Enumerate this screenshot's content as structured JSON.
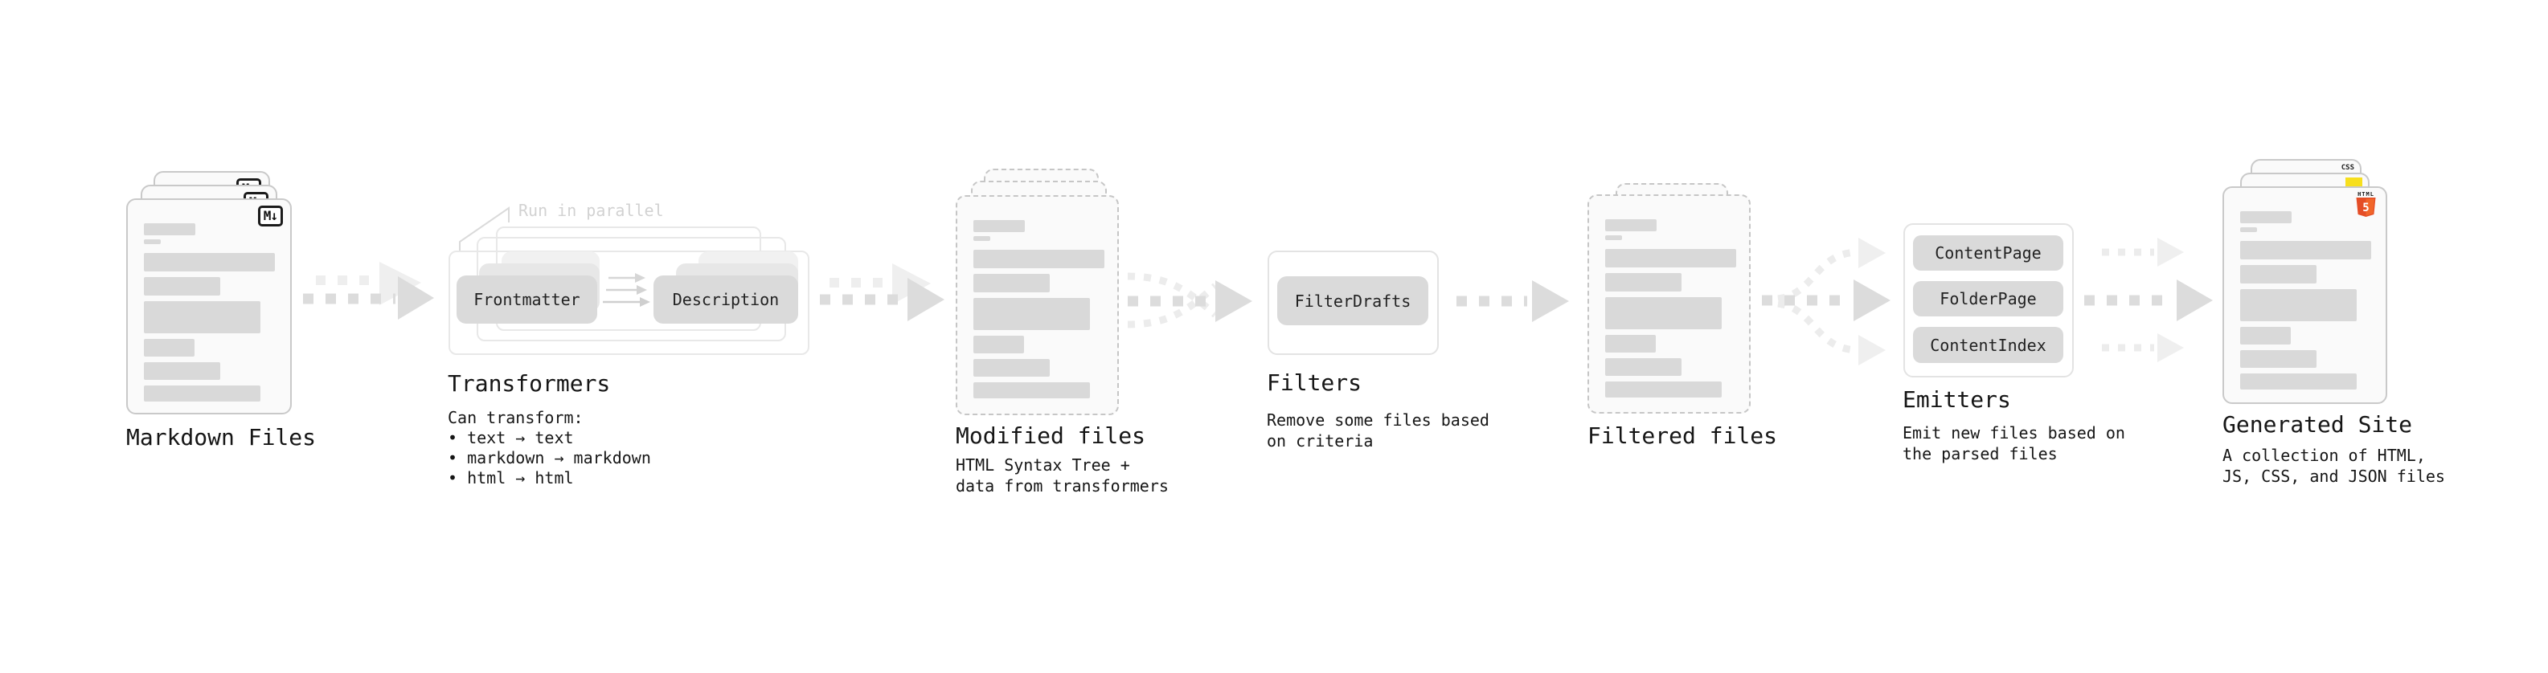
{
  "stages": {
    "markdown_files": {
      "label": "Markdown Files",
      "badge": "M↓"
    },
    "transformers": {
      "label": "Transformers",
      "annotation": "Run in parallel",
      "pill_left": "Frontmatter",
      "pill_right": "Description",
      "description": "Can transform:\n • text → text\n • markdown → markdown\n • html → html"
    },
    "modified_files": {
      "label": "Modified files",
      "description": "HTML Syntax Tree +\ndata from transformers"
    },
    "filters": {
      "label": "Filters",
      "pill": "FilterDrafts",
      "description": "Remove some files based\non criteria"
    },
    "filtered_files": {
      "label": "Filtered files"
    },
    "emitters": {
      "label": "Emitters",
      "pills": [
        "ContentPage",
        "FolderPage",
        "ContentIndex"
      ],
      "description": "Emit new files based on\nthe parsed files"
    },
    "generated_site": {
      "label": "Generated Site",
      "description": "A collection of HTML,\nJS, CSS, and JSON files",
      "css_badge": "CSS",
      "html_logo_word": "HTML",
      "html_logo_number": "5"
    }
  },
  "icons": {
    "markdown_badge": "markdown-icon",
    "css_badge": "css3-icon",
    "js_badge": "javascript-icon",
    "html5_badge": "html5-icon"
  },
  "colors": {
    "html5_orange": "#e44d26",
    "html5_orange_light": "#f16529",
    "js_yellow": "#f7df1e",
    "css_blue": "#2962f1",
    "bar_gray": "#d9d9d9",
    "pill_gray": "#dadada",
    "arrow_gray": "#dcdcdc",
    "arrow_ghost": "#eeeeee",
    "annotation_gray": "#d2d2d2"
  }
}
